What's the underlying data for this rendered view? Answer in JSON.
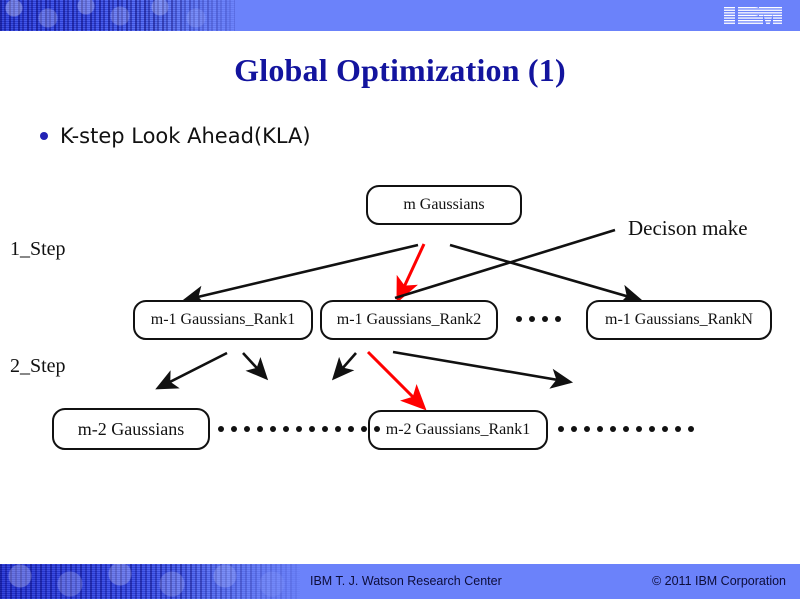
{
  "header": {
    "logo_name": "IBM",
    "accent_color": "#6b82fa",
    "pattern_color": "#2b3fe0"
  },
  "title": "Global Optimization (1)",
  "title_color": "#13149e",
  "bullets": [
    {
      "text": "K-step Look Ahead(KLA)",
      "marker_color": "#2323b5"
    }
  ],
  "diagram": {
    "step_labels": [
      {
        "text": "1_Step"
      },
      {
        "text": "2_Step"
      }
    ],
    "annotation": {
      "text": "Decison make"
    },
    "nodes": [
      {
        "id": "root",
        "label": "m Gaussians"
      },
      {
        "id": "rank1",
        "label": "m-1 Gaussians_Rank1"
      },
      {
        "id": "rank2",
        "label": "m-1 Gaussians_Rank2"
      },
      {
        "id": "rankN",
        "label": "m-1 Gaussians_RankN"
      },
      {
        "id": "m2",
        "label": "m-2 Gaussians"
      },
      {
        "id": "m2rank1",
        "label": "m-2 Gaussians_Rank1"
      }
    ],
    "edge_colors": {
      "normal": "#111111",
      "highlight": "#ff0000"
    },
    "ellipsis_dots": {
      "row1_count": 4,
      "row2_left_count": 13,
      "row2_right_count": 11
    }
  },
  "footer": {
    "center": "IBM T. J. Watson Research Center",
    "right": "© 2011 IBM Corporation"
  }
}
